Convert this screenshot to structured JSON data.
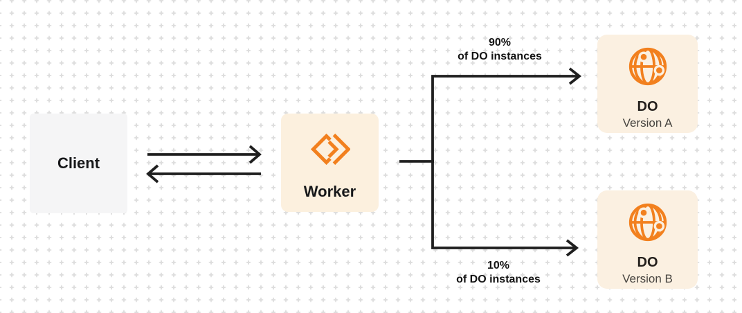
{
  "diagram": {
    "description": "Worker routing traffic between two Durable Object versions",
    "background_dot_color": "#dedede"
  },
  "colors": {
    "accent_orange": "#f2801e",
    "cream_box": "#fcf0de",
    "gray_box": "#f5f5f6",
    "line_dark": "#1f1f1f",
    "text_primary": "#17181a",
    "text_secondary": "#474440"
  },
  "nodes": {
    "client": {
      "label": "Client"
    },
    "worker": {
      "label": "Worker",
      "icon": "workers-icon"
    },
    "do_a": {
      "title": "DO",
      "subtitle": "Version A",
      "icon": "globe-icon"
    },
    "do_b": {
      "title": "DO",
      "subtitle": "Version B",
      "icon": "globe-icon"
    }
  },
  "edges": {
    "client_worker": {
      "type": "bidirectional-arrows"
    },
    "branch_top": {
      "label_line1": "90%",
      "label_line2": "of DO instances"
    },
    "branch_bottom": {
      "label_line1": "10%",
      "label_line2": "of DO instances"
    }
  }
}
